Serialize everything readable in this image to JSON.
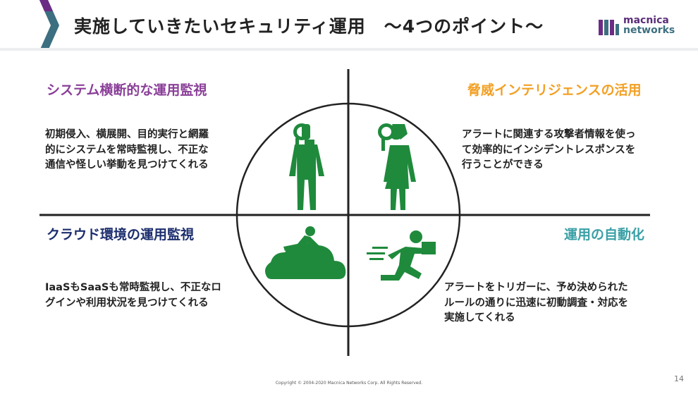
{
  "slide": {
    "title": "実施していきたいセキュリティ運用　～4つのポイント～",
    "logo": {
      "line1": "macnica",
      "line2": "networks"
    },
    "copyright": "Copyright © 2004-2020 Macnica Networks Corp. All Rights Reserved.",
    "page_number": "14"
  },
  "quadrants": [
    {
      "title": "システム横断的な運用監視",
      "color": "#8a3f98",
      "body": [
        "初期侵入、横展開、目的実行と網羅",
        "的にシステムを常時監視し、不正な",
        "通信や怪しい挙動を見つけてくれる"
      ]
    },
    {
      "title": "脅威インテリジェンスの活用",
      "color": "#f2a024",
      "body": [
        "アラートに関連する攻撃者情報を使っ",
        "て効率的にインシデントレスポンスを",
        "行うことができる"
      ]
    },
    {
      "title": "クラウド環境の運用監視",
      "color": "#1c2e6e",
      "body": [
        "IaaSもSaaSも常時監視し、不正なロ",
        "グインや利用状況を見つけてくれる"
      ]
    },
    {
      "title": "運用の自動化",
      "color": "#3aa0a6",
      "body": [
        "アラートをトリガーに、予め決められた",
        "ルールの通りに迅速に初動調査・対応を",
        "実施してくれる"
      ]
    }
  ],
  "icons": [
    "detective-man-icon",
    "detective-woman-icon",
    "cloud-relax-icon",
    "running-delivery-icon"
  ],
  "colors": {
    "icon_green": "#1f8a3c",
    "accent_purple": "#6b2d84",
    "accent_teal": "#3c6f80"
  }
}
